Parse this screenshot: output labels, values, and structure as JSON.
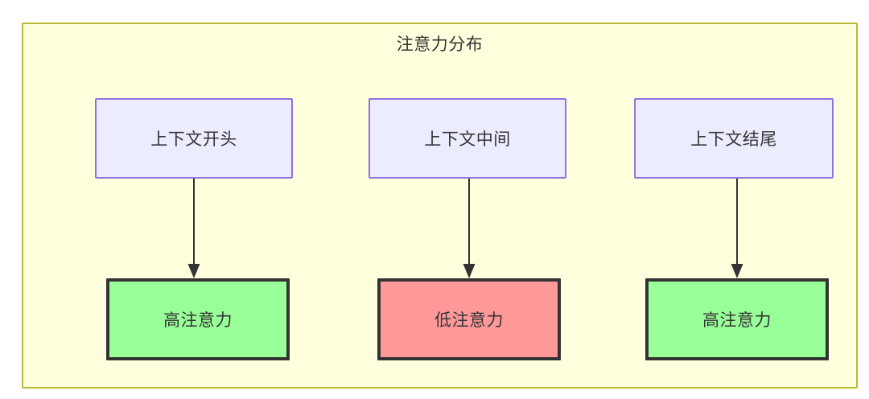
{
  "diagram": {
    "title": "注意力分布",
    "columns": [
      {
        "position_label": "上下文开头",
        "attention_label": "高注意力",
        "attention_level": "high"
      },
      {
        "position_label": "上下文中间",
        "attention_label": "低注意力",
        "attention_level": "low"
      },
      {
        "position_label": "上下文结尾",
        "attention_label": "高注意力",
        "attention_level": "high"
      }
    ],
    "colors": {
      "container_background": "#ffffdd",
      "container_border": "#bbbb33",
      "position_node_background": "#ececff",
      "position_node_border": "#9370db",
      "high_attention_background": "#99ff99",
      "low_attention_background": "#ff9999",
      "node_border_dark": "#333333",
      "text": "#333333",
      "arrow": "#333333"
    }
  }
}
